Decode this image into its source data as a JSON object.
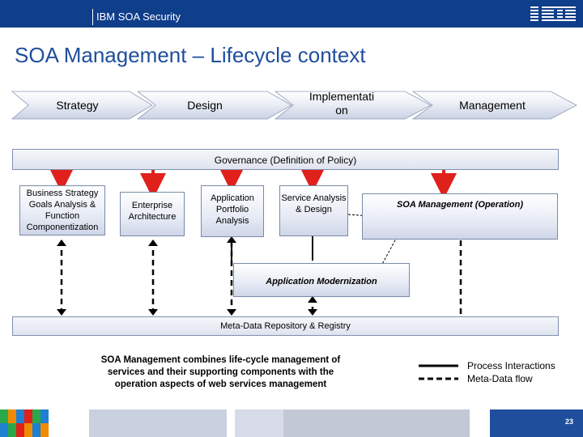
{
  "header": {
    "title": "IBM SOA Security",
    "logo": "IBM"
  },
  "slide_title": "SOA Management – Lifecycle context",
  "phases": [
    "Strategy",
    "Design",
    "Implementati on",
    "Management"
  ],
  "governance_label": "Governance (Definition of Policy)",
  "boxes": {
    "business_strategy": "Business Strategy Goals Analysis & Function Componentization",
    "enterprise_architecture": "Enterprise Architecture",
    "application_portfolio": "Application Portfolio Analysis",
    "service_analysis": "Service Analysis & Design",
    "soa_management": "SOA Management (Operation)",
    "application_modernization": "Application Modernization"
  },
  "meta_label": "Meta-Data Repository & Registry",
  "note": "SOA Management combines life-cycle management of services and their supporting components with the operation aspects of web services management",
  "legend": {
    "process": "Process Interactions",
    "meta": "Meta-Data flow"
  },
  "page_number": "23",
  "colors": {
    "header": "#0f3e8a",
    "title": "#1f4e9c",
    "arrow_red": "#e0201b",
    "accent_orange": "#f08a00"
  }
}
